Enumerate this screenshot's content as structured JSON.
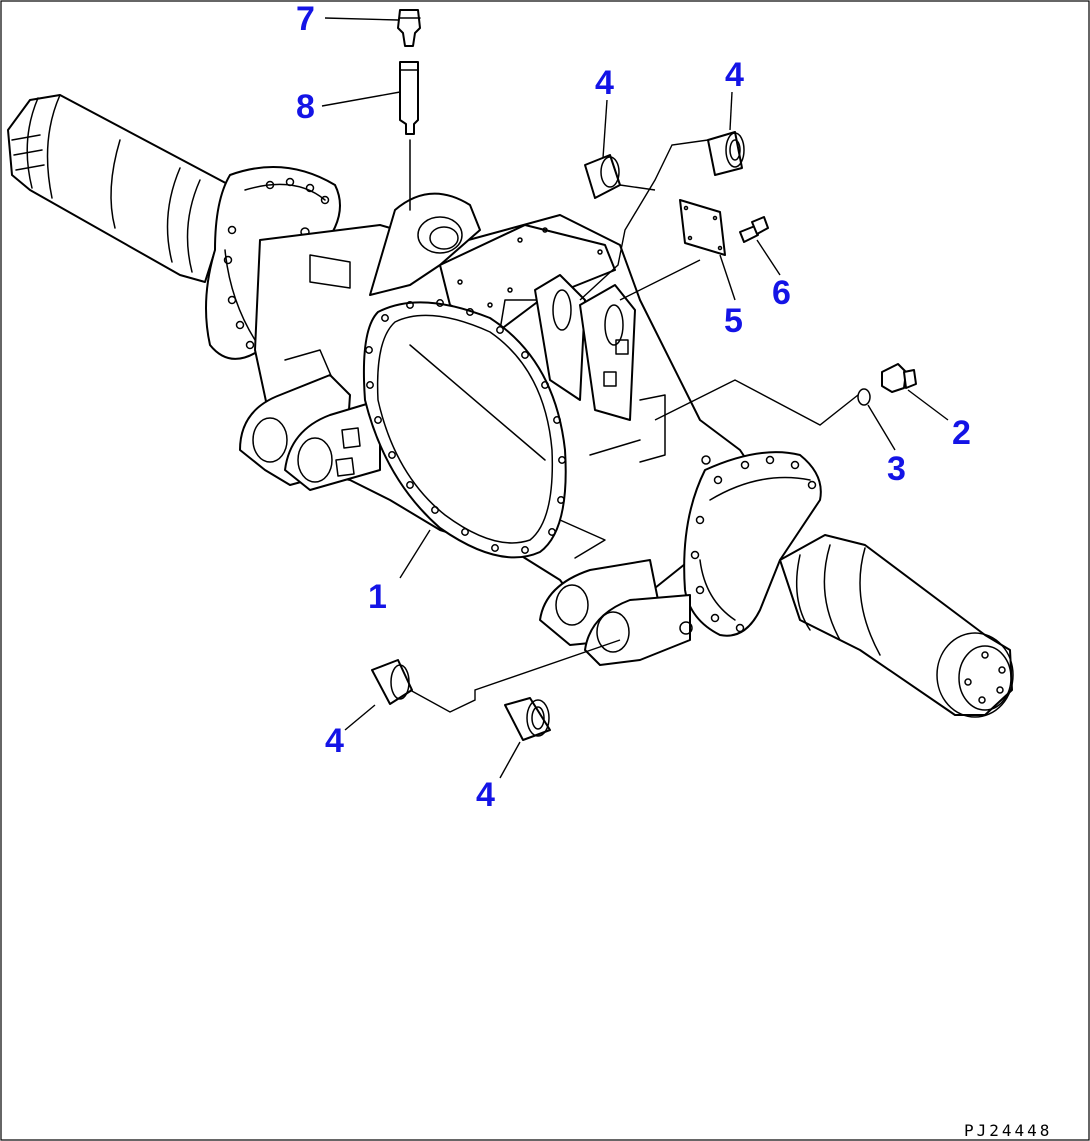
{
  "diagram": {
    "callouts": [
      {
        "id": "c1",
        "label": "1"
      },
      {
        "id": "c2",
        "label": "2"
      },
      {
        "id": "c3",
        "label": "3"
      },
      {
        "id": "c4a",
        "label": "4"
      },
      {
        "id": "c4b",
        "label": "4"
      },
      {
        "id": "c4c",
        "label": "4"
      },
      {
        "id": "c4d",
        "label": "4"
      },
      {
        "id": "c5",
        "label": "5"
      },
      {
        "id": "c6",
        "label": "6"
      },
      {
        "id": "c7",
        "label": "7"
      },
      {
        "id": "c8",
        "label": "8"
      }
    ],
    "drawing_code": "PJ24448",
    "colors": {
      "callout": "#1414e6",
      "line": "#000000",
      "background": "#ffffff"
    }
  }
}
